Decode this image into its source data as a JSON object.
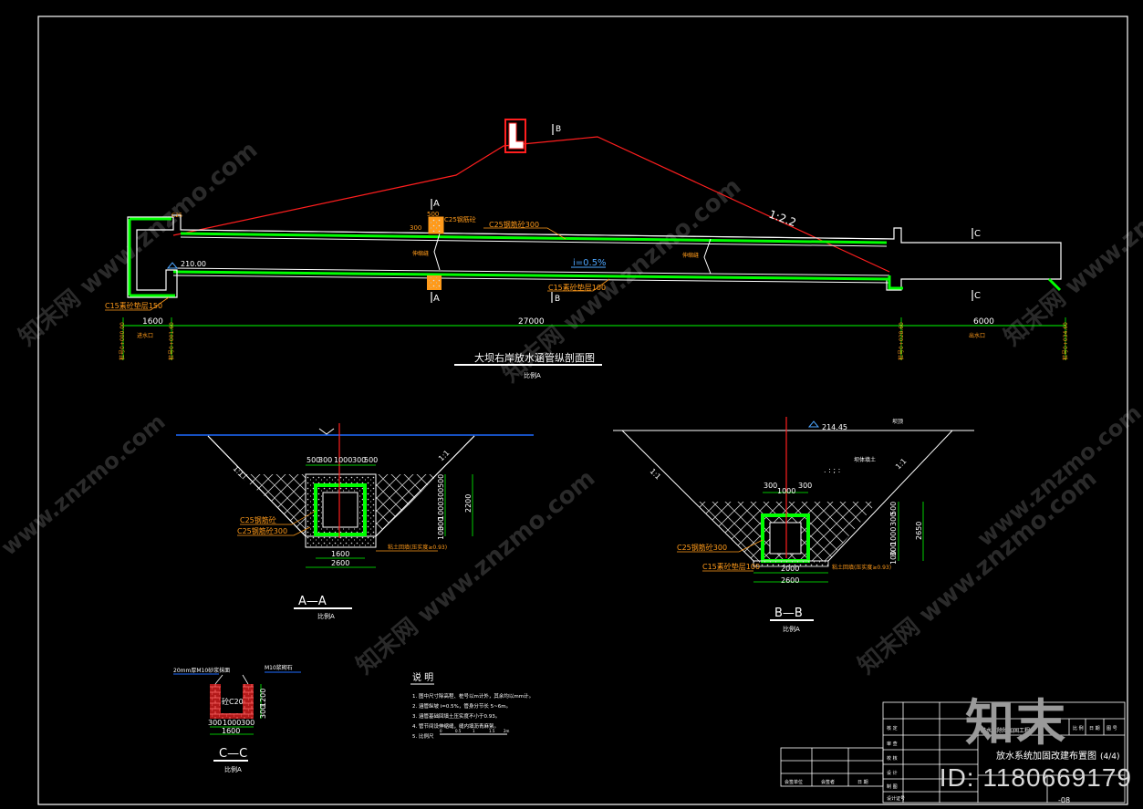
{
  "colors": {
    "background": "#000000",
    "frame": "#ffffff",
    "concrete": "#00ff00",
    "annotation": "#ff9a1a",
    "dimension": "#00ff00",
    "red": "#ff1e1e",
    "water": "#1e6bff"
  },
  "profile": {
    "title": "大坝右岸放水涵管纵剖面图",
    "scale": "比例A",
    "slope": "1:2.2",
    "gradient": "i=0.5%",
    "elevation": "210.00",
    "dims": [
      "1600",
      "27000",
      "6000"
    ],
    "labels": {
      "c25_top": "C25钢筋砼300",
      "c15_bottom": "C15素砼垫层100",
      "c15_left": "C15素砼垫层150",
      "cap_top": "C25钢筋砼",
      "dim_500": "500",
      "dim_300": "300",
      "joint": "伸缩缝"
    },
    "sections": {
      "a_top": "A",
      "a_bot": "A",
      "b_top": "B",
      "b_bot": "B",
      "c_top": "C",
      "c_bot": "C"
    },
    "stations": [
      "桩号0+000.00",
      "桩号0+001.60",
      "桩号0+028.60",
      "桩号0+034.60"
    ],
    "station_notes": [
      "进水口",
      "出水口"
    ]
  },
  "section_aa": {
    "title": "A—A",
    "scale": "比例A",
    "slope_left": "1:1",
    "slope_right": "1:1",
    "top_dims": [
      "500",
      "300",
      "1000",
      "300",
      "500"
    ],
    "bottom_dims": [
      "1600",
      "2600"
    ],
    "right_dims": [
      "500",
      "300",
      "1000",
      "300",
      "100",
      "2200"
    ],
    "labels": [
      "C25钢筋砼",
      "C25钢筋砼300"
    ],
    "fill_label": "粘土回填(压实度≥0.93)"
  },
  "section_bb": {
    "title": "B—B",
    "scale": "比例A",
    "elevation": "214.45",
    "slope_left": "1:1",
    "slope_right": "1:1",
    "top_dims": [
      "300",
      "1000",
      "300"
    ],
    "bottom_dims": [
      "2000",
      "2600"
    ],
    "right_dims": [
      "500",
      "300",
      "1000",
      "300",
      "100",
      "2650"
    ],
    "labels": [
      "C25钢筋砼300",
      "C15素砼垫层100"
    ],
    "fill_label": "粘土回填(压实度≥0.93)",
    "inner_label": "坝体填土",
    "top_label": "坝顶"
  },
  "section_cc": {
    "title": "C—C",
    "scale": "比例A",
    "left_label": "20mm厚M10砂浆抹面",
    "right_label": "M10浆砌石",
    "inner_label": "砼C20",
    "bottom_dims": [
      "300",
      "1000",
      "300",
      "1600"
    ],
    "right_dims": [
      "1200",
      "300"
    ]
  },
  "notes": {
    "heading": "说 明",
    "items": [
      "1. 图中尺寸除高程、桩号以m计外，其余均以mm计。",
      "2. 涵管纵坡 i=0.5%，管身分节长 5~6m。",
      "3. 涵管基础回填土压实度不小于0.93。",
      "4. 管节间设伸缩缝，缝内填沥青麻絮。",
      "5. 比例尺"
    ],
    "scale_ticks": [
      "0",
      "0.5",
      "1",
      "1.5",
      "2m"
    ]
  },
  "title_block": {
    "project": "某水库除险加固工程",
    "drawing_title": "放水系统加固改建布置图",
    "sheet": "(4/4)",
    "drawing_no": "-08",
    "rows": [
      "核 定",
      "审 查",
      "校 核",
      "设 计",
      "制 图",
      "设计证号"
    ],
    "right_rows": [
      "比 例",
      "日 期",
      "图 号"
    ],
    "small_cells": [
      "会签单位",
      "会签者",
      "日 期"
    ]
  },
  "watermark": {
    "brand": "知末",
    "id": "ID: 1180669179",
    "texts": [
      "知末网 www.znzmo.com",
      "www.znzmo.com"
    ]
  }
}
